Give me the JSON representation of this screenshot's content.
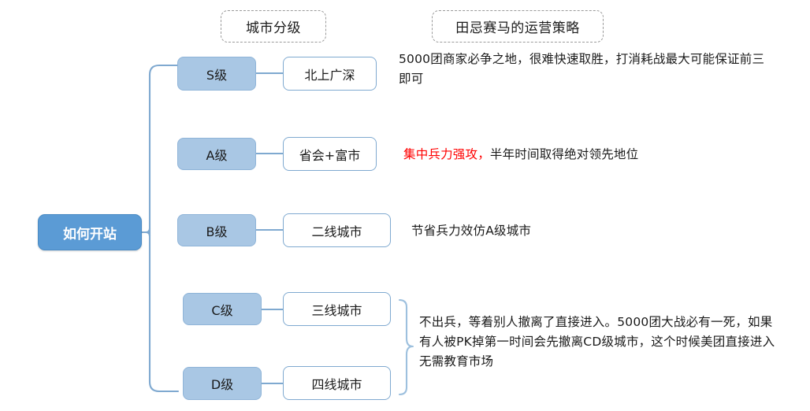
{
  "diagram": {
    "title_chips": [
      {
        "id": "city-tier",
        "label": "城市分级"
      },
      {
        "id": "strategy",
        "label": "田忌赛马的运营策略"
      }
    ],
    "root": {
      "label": "如何开站"
    },
    "branches": [
      {
        "id": "s",
        "grade": "S级",
        "city": "北上广深",
        "desc_plain": "5000团商家必争之地，很难快速取胜，打消耗战最大可能保证前三即可",
        "desc_accent": "",
        "desc_rest": ""
      },
      {
        "id": "a",
        "grade": "A级",
        "city": "省会+富市",
        "desc_plain": "",
        "desc_accent": "集中兵力强攻，",
        "desc_rest": "半年时间取得绝对领先地位"
      },
      {
        "id": "b",
        "grade": "B级",
        "city": "二线城市",
        "desc_plain": "节省兵力效仿A级城市",
        "desc_accent": "",
        "desc_rest": ""
      },
      {
        "id": "c",
        "grade": "C级",
        "city": "三线城市",
        "desc_plain": "",
        "desc_accent": "",
        "desc_rest": ""
      },
      {
        "id": "d",
        "grade": "D级",
        "city": "四线城市",
        "desc_plain": "",
        "desc_accent": "",
        "desc_rest": ""
      }
    ],
    "grouped_desc": {
      "id": "cd-group",
      "text": "不出兵，等着别人撤离了直接进入。5000团大战必有一死，如果有人被PK掉第一时间会先撤离CD级城市，这个时候美团直接进入无需教育市场"
    },
    "colors": {
      "root_fill": "#5b9bd5",
      "root_text": "#ffffff",
      "grade_fill": "#a9c7e4",
      "node_border": "#7fa9d0",
      "connector": "#7fa9d0",
      "accent_text": "#ff0000",
      "chip_border": "#9a9a9a",
      "body_text": "#1a1a1a",
      "background": "#ffffff"
    }
  }
}
